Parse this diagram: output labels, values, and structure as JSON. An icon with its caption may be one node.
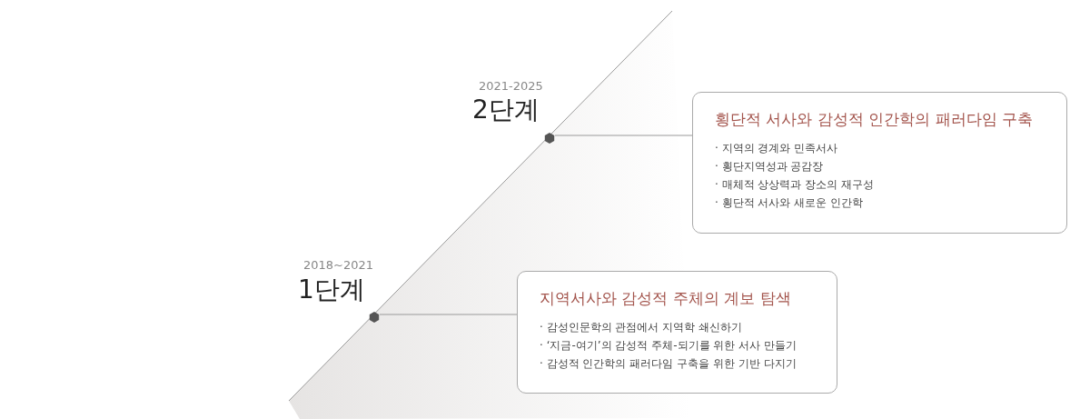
{
  "diagram": {
    "nodes": [
      {
        "text": [],
        "shape": "hexagon",
        "beside": [
          "2021-2025",
          "2단계"
        ]
      },
      {
        "text": [
          "횡단적 서사와 감성적 인간학의 패러다임 구축",
          "· 지역의 경계와 민족서사",
          "· 횡단지역성과 공감장",
          "· 매체적 상상력과 장소의 재구성",
          "· 횡단적 서사와 새로운 인간학"
        ]
      },
      {
        "text": [],
        "shape": "hexagon",
        "beside": [
          "2018~2021",
          "1단계"
        ]
      },
      {
        "text": [
          "지역서사와 감성적 주체의 계보 탐색",
          "· 감성인문학의 관점에서 지역학 쇄신하기",
          "· ‘지금-여기’의 감성적 주체-되기를 위한 서사 만들기",
          "· 감성적 인간학의 패러다임 구축을 위한 기반 다지기"
        ]
      }
    ],
    "edges": [
      {
        "from": 0,
        "to": 1,
        "arrow": "none"
      },
      {
        "from": 2,
        "to": 3,
        "arrow": "none"
      }
    ]
  }
}
